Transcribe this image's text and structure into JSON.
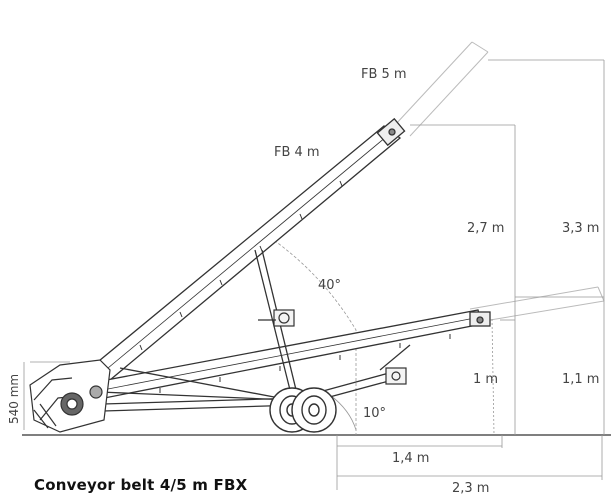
{
  "diagram": {
    "caption": "Conveyor belt 4/5 m FBX",
    "labels": {
      "fb5": "FB 5 m",
      "fb4": "FB 4 m",
      "angle_high": "40°",
      "angle_low": "10°",
      "height_fb4_high": "2,7 m",
      "height_fb5_high": "3,3 m",
      "height_fb4_low": "1 m",
      "height_fb5_low": "1,1 m",
      "inlet_height": "540 mm",
      "length_fb4": "1,4 m",
      "length_fb5": "2,3 m"
    }
  }
}
